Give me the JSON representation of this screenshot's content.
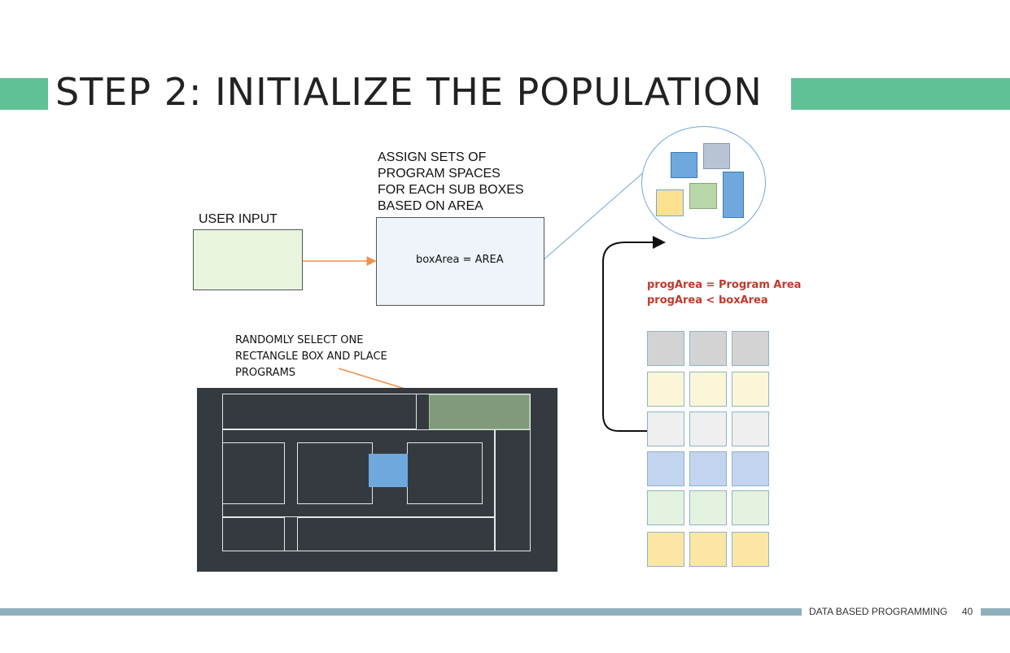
{
  "title": "STEP 2: INITIALIZE THE POPULATION",
  "labels": {
    "user_input": "USER INPUT",
    "assign_line1": "ASSIGN SETS OF",
    "assign_line2": "PROGRAM SPACES",
    "assign_line3": "FOR EACH SUB BOXES",
    "assign_line4": "BASED ON AREA",
    "box_area": "boxArea = AREA",
    "random_line1": "RANDOMLY SELECT ONE",
    "random_line2": "RECTANGLE BOX AND PLACE",
    "random_line3": "PROGRAMS",
    "prog_area_line1": "progArea  = Program Area",
    "prog_area_line2": "progArea < boxArea"
  },
  "footer": {
    "text": "DATA BASED PROGRAMMING",
    "page_number": "40"
  },
  "colors": {
    "accent": "#60c096",
    "footer_bar": "#8fb0bb",
    "arrow_orange": "#f0914a",
    "arrow_blue": "#6fa8dc",
    "plan_bg": "#353a40",
    "red_text": "#c0392b"
  },
  "grid_row_colors": [
    "#d3d3d3",
    "#fcf6d8",
    "#efefef",
    "#c3d4ef",
    "#e4f3df",
    "#fbe6a6"
  ]
}
